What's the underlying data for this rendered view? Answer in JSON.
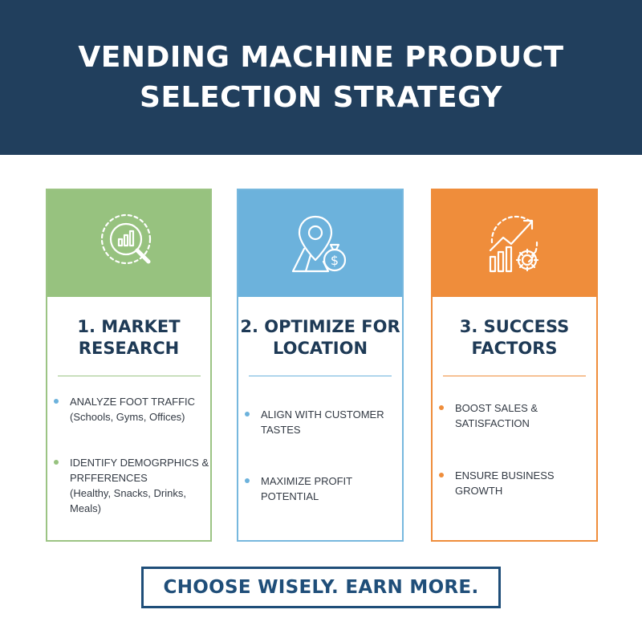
{
  "header": {
    "title_line1": "VENDING MACHINE PRODUCT",
    "title_line2": "SELECTION STRATEGY"
  },
  "cards": [
    {
      "icon": "magnifier-chart-icon",
      "title_line1": "1. MARKET",
      "title_line2": "RESEARCH",
      "bullets": [
        {
          "text": "ANALYZE FOOT TRAFFIC",
          "sub": "(Schools, Gyms, Offices)"
        },
        {
          "text": "IDENTIFY DEMOGRPHICS & PRFFERENCES",
          "sub": "(Healthy, Snacks, Drinks, Meals)"
        }
      ]
    },
    {
      "icon": "location-money-icon",
      "title_line1": "2. OPTIMIZE FOR",
      "title_line2": "LOCATION",
      "bullets": [
        {
          "text": "ALIGN WITH CUSTOMER TASTES"
        },
        {
          "text": "MAXIMIZE PROFIT POTENTIAL"
        }
      ]
    },
    {
      "icon": "growth-chart-gear-icon",
      "title_line1": "3. SUCCESS",
      "title_line2": "FACTORS",
      "bullets": [
        {
          "text": "BOOST SALES & SATISFACTION"
        },
        {
          "text": "ENSURE BUSINESS GROWTH"
        }
      ]
    }
  ],
  "cta": {
    "label": "CHOOSE WISELY. EARN MORE."
  },
  "colors": {
    "header_bg": "#213f5d",
    "green": "#97c27f",
    "blue": "#6cb2dc",
    "orange": "#ef8d3b",
    "title_text": "#1e3a56",
    "cta": "#1f4e79"
  }
}
